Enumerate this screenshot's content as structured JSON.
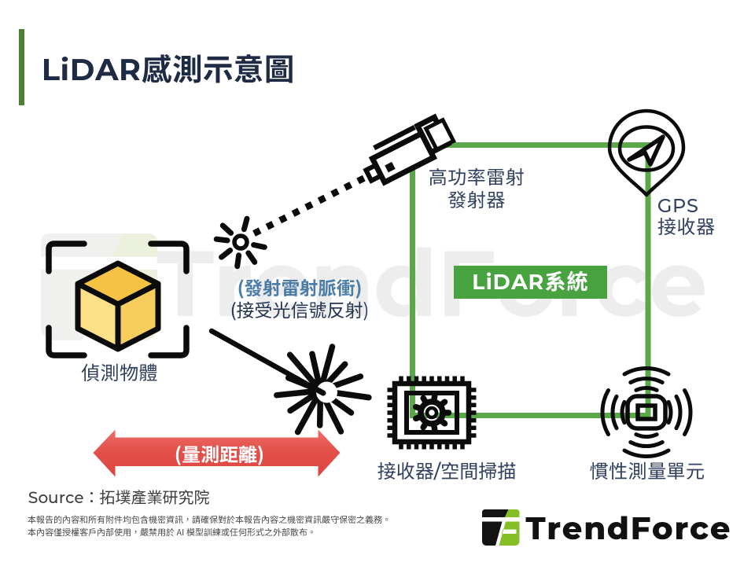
{
  "slide": {
    "title": "LiDAR感測示意圖"
  },
  "diagram": {
    "system_box_label": "LiDAR系統",
    "emitter_label_line1": "高功率雷射",
    "emitter_label_line2": "發射器",
    "gps_label_line1": "GPS",
    "gps_label_line2": "接收器",
    "receiver_label": "接收器/空間掃描",
    "imu_label": "慣性測量單元",
    "object_label": "偵測物體",
    "pulse_label": "(發射雷射脈衝)",
    "reflect_label": "(接受光信號反射)",
    "distance_label": "(量測距離)",
    "icons": [
      "laser-emitter-icon",
      "gps-pin-icon",
      "chip-scanner-icon",
      "imu-waves-icon",
      "cube-object-icon",
      "viewfinder-brackets-icon",
      "laser-burst-icon",
      "laser-spark-icon"
    ]
  },
  "footer": {
    "source": "Source：拓墣產業研究院",
    "disclaimer_line1": "本報告的內容和所有附件均包含機密資訊，請確保對於本報告內容之機密資訊嚴守保密之義務。",
    "disclaimer_line2": "本內容僅授權客戶內部使用，嚴禁用於 AI 模型訓練或任何形式之外部散布。",
    "logo_text": "TrendForce"
  },
  "watermark": {
    "text": "TrendForce"
  },
  "colors": {
    "accent_bar_green": "#4E7E2F",
    "system_line_green": "#5BA84B",
    "system_button_green": "#47A23F",
    "title_navy": "#1F2B45",
    "label_slate": "#33415E",
    "pulse_blue": "#4C7CA8",
    "arrow_red": "#E4504B",
    "cube_top_yellow": "#F5C243",
    "cube_left_yellow": "#FBE087",
    "cube_right_yellow": "#F7CE5C",
    "logo_green": "#8CC63F",
    "ink_black": "#0B0B0B"
  }
}
